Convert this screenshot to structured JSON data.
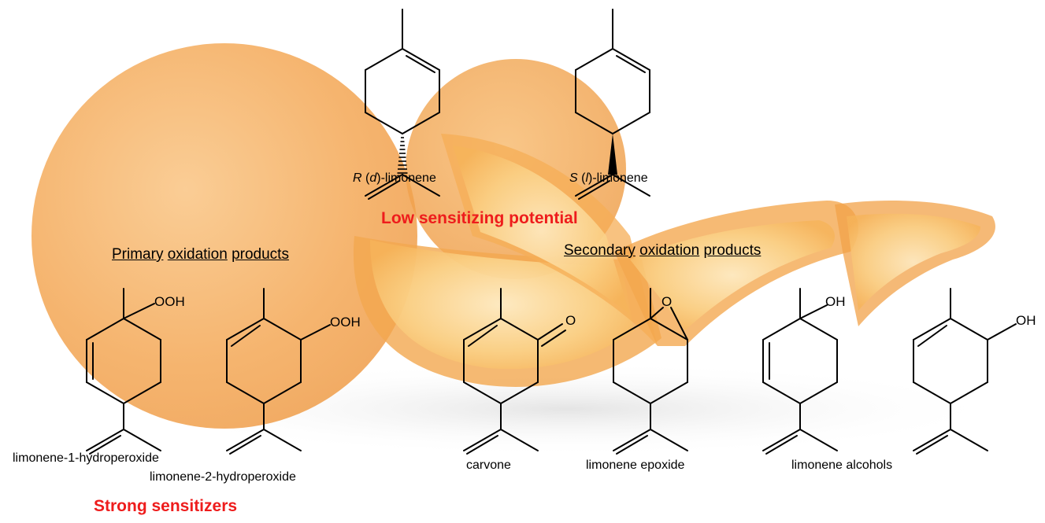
{
  "colors": {
    "highlight": "#ee1c1c",
    "orange": "#f4a24a",
    "bond": "#000000"
  },
  "stereo": {
    "r_prefix": "R",
    "r_open": " (",
    "r_letter": "d",
    "r_rest": ")-limonene",
    "s_prefix": "S",
    "s_open": " (",
    "s_letter": "l",
    "s_rest": ")-limonene"
  },
  "low_potential": "Low sensitizing potential",
  "primary_header": {
    "w1": "Primary",
    "w2": "oxidation",
    "w3": "products"
  },
  "secondary_header": {
    "w1": "Secondary",
    "w2": "oxidation",
    "w3": "products"
  },
  "atoms": {
    "ooh_1": "OOH",
    "ooh_2": "OOH",
    "carbonyl_o": "O",
    "epoxide_o": "O",
    "oh_1": "OH",
    "oh_2": "OH"
  },
  "names": {
    "hydroperoxide_1": "limonene-1-hydroperoxide",
    "hydroperoxide_2": "limonene-2-hydroperoxide",
    "carvone": "carvone",
    "epoxide": "limonene epoxide",
    "alcohols": "limonene alcohols"
  },
  "strong": "Strong sensitizers"
}
